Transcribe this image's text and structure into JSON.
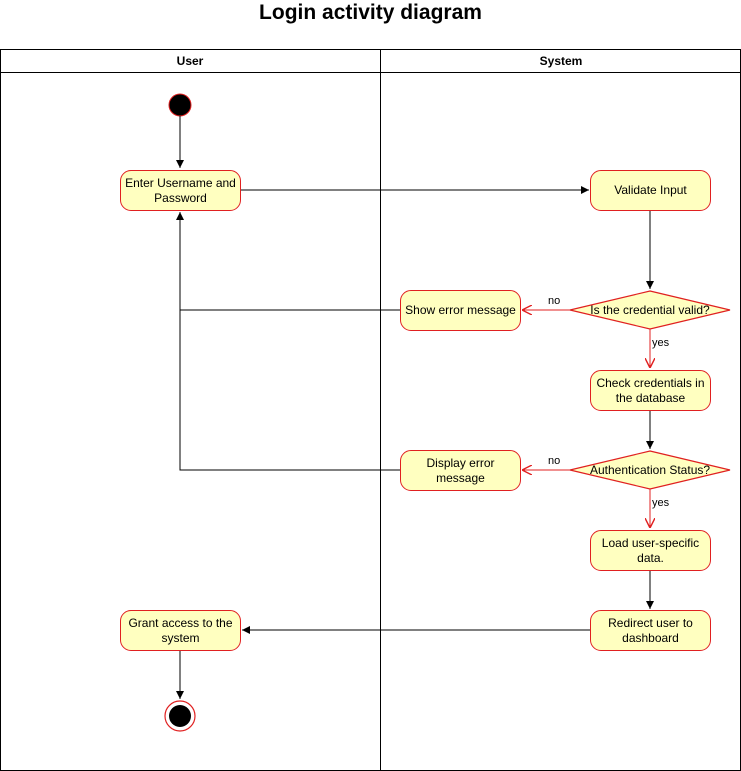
{
  "title": "Login activity diagram",
  "lanes": {
    "user": "User",
    "system": "System"
  },
  "actions": {
    "enter_credentials": "Enter Username and Password",
    "validate_input": "Validate Input",
    "show_error": "Show error message",
    "check_db": "Check credentials in the database",
    "display_error": "Display error message",
    "load_data": "Load user-specific data.",
    "redirect": "Redirect user to dashboard",
    "grant_access": "Grant access to the system"
  },
  "decisions": {
    "credential_valid": "Is the credential valid?",
    "auth_status": "Authentication Status?"
  },
  "guards": {
    "no1": "no",
    "yes1": "yes",
    "no2": "no",
    "yes2": "yes"
  },
  "colors": {
    "node_fill": "#ffffc0",
    "node_stroke": "#e02020",
    "line": "#000000"
  }
}
